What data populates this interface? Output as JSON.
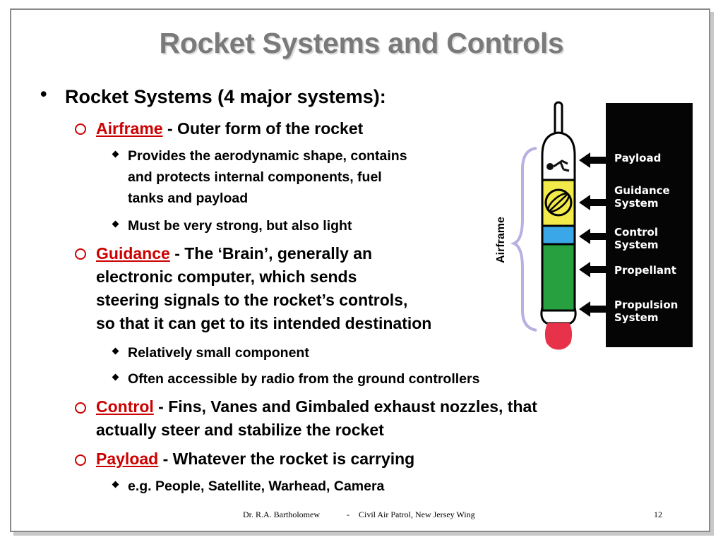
{
  "slide": {
    "title": "Rocket Systems and Controls",
    "main_bullet": "Rocket Systems (4 major systems):",
    "airframe": {
      "term": "Airframe",
      "desc": " - Outer form of the rocket",
      "sub1_line1": "Provides the aerodynamic shape, contains",
      "sub1_line2": "and protects internal components, fuel",
      "sub1_line3": "tanks and payload",
      "sub2": "Must be very strong, but also light"
    },
    "guidance": {
      "term": "Guidance",
      "desc_line1": " - The ‘Brain’, generally an",
      "desc_line2": "electronic computer, which sends",
      "desc_line3": "steering signals to the rocket’s controls,",
      "desc_line4": "so that it can get to its intended destination",
      "sub1": "Relatively small component",
      "sub2": "Often accessible by radio from the ground controllers"
    },
    "control": {
      "term": "Control",
      "desc_line1": " - Fins, Vanes and Gimbaled exhaust nozzles, that",
      "desc_line2": "actually steer and stabilize the rocket"
    },
    "payload": {
      "term": "Payload",
      "desc": " - Whatever the rocket is carrying",
      "sub1": "e.g. People, Satellite, Warhead, Camera"
    }
  },
  "diagram": {
    "side_label": "Airframe",
    "labels": {
      "payload": "Payload",
      "guidance_1": "Guidance",
      "guidance_2": "System",
      "control_1": "Control",
      "control_2": "System",
      "propellant": "Propellant",
      "propulsion_1": "Propulsion",
      "propulsion_2": "System"
    },
    "colors": {
      "nose": "#ffffff",
      "guidance": "#f2ea4a",
      "control": "#3aa8e8",
      "propellant": "#27a040",
      "exhaust": "#e8324a",
      "panel": "#050505",
      "brace": "#b8b0e0"
    }
  },
  "footer": {
    "author": "Dr. R.A. Bartholomew",
    "separator": "-",
    "org": "Civil Air Patrol, New Jersey Wing",
    "page": "12"
  }
}
